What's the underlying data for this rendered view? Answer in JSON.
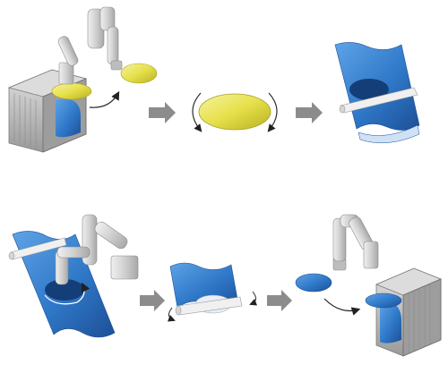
{
  "figure": {
    "background": "#ffffff",
    "colors": {
      "wafer_yellow": "#e6e04a",
      "film_blue": "#2f78c8",
      "film_blue_dark": "#1d4f96",
      "robot_gray": "#c9c9c9",
      "cabinet_gray": "#b8b8b8",
      "arrow_gray": "#8c8c8c"
    },
    "rows": [
      {
        "steps": [
          {
            "name": "robot-unloads-yellow-wafer-from-cassette",
            "label": ""
          },
          {
            "name": "wafer-rotation-alignment",
            "label": ""
          },
          {
            "name": "wafer-laminated-on-blue-film",
            "label": ""
          }
        ]
      },
      {
        "steps": [
          {
            "name": "robot-picks-wafer-from-film",
            "label": ""
          },
          {
            "name": "film-peeled-from-wafer",
            "label": ""
          },
          {
            "name": "robot-loads-blue-wafer-into-cassette",
            "label": ""
          }
        ]
      }
    ],
    "flow_arrows": [
      "step1-to-step2",
      "step2-to-step3",
      "step4-to-step5",
      "step5-to-step6"
    ]
  }
}
